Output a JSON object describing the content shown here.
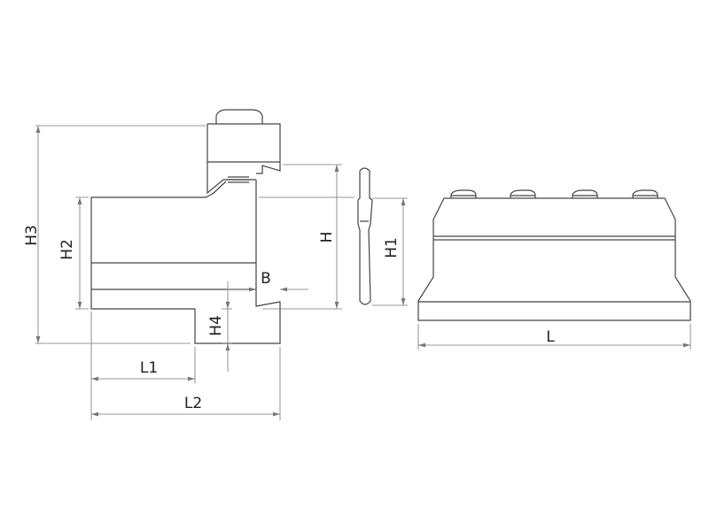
{
  "drawing": {
    "dimensions": {
      "h3": "H3",
      "h2": "H2",
      "h": "H",
      "h4": "H4",
      "b": "B",
      "l1": "L1",
      "l2": "L2",
      "h1": "H1",
      "l": "L"
    },
    "colors": {
      "outline": "#444444",
      "dimension": "#777777"
    }
  }
}
